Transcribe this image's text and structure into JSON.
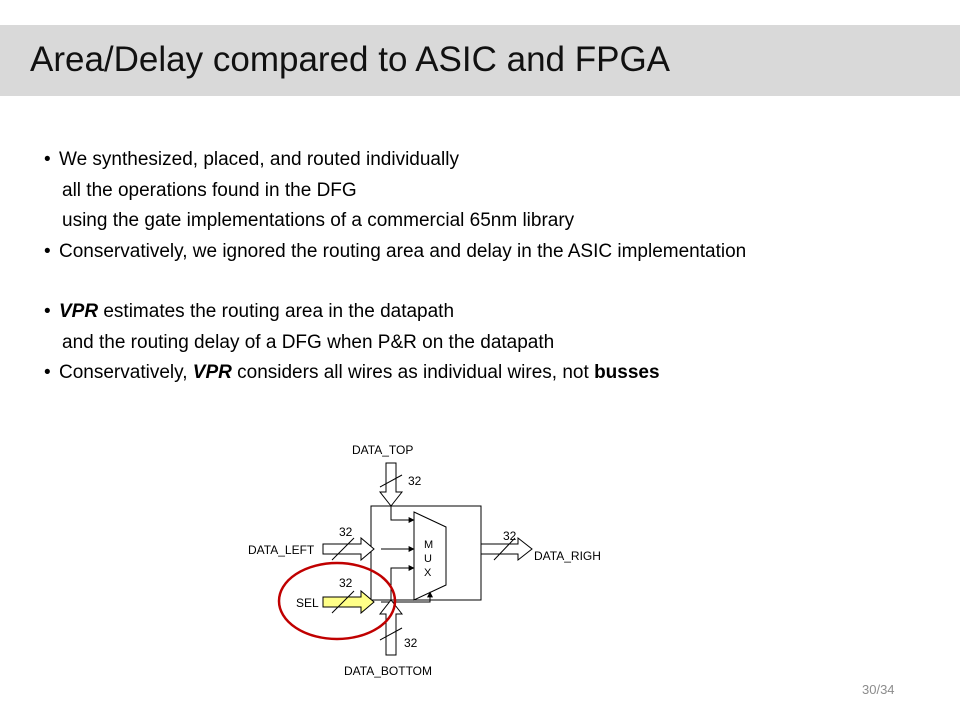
{
  "slide": {
    "title": "Area/Delay compared to ASIC and FPGA",
    "page_number": "30/34",
    "bullet_symbol": "•",
    "lines": {
      "l1": "We synthesized, placed, and routed individually",
      "l2": "all the operations found in the DFG",
      "l3": "using the gate implementations of a commercial 65nm library",
      "l4": "Conservatively, we ignored the routing area and delay in the ASIC implementation",
      "l5_em": "VPR",
      "l5_rest": " estimates the routing area in the datapath",
      "l6": "and the routing delay of a DFG when P&R on the datapath",
      "l7_a": "Conservatively, ",
      "l7_em": "VPR",
      "l7_b": " considers all wires as individual wires, not ",
      "l7_strong": "busses"
    }
  },
  "diagram": {
    "labels": {
      "data_top": "DATA_TOP",
      "data_left": "DATA_LEFT",
      "data_right": "DATA_RIGHT",
      "data_bottom": "DATA_BOTTOM",
      "sel": "SEL",
      "mux_m": "M",
      "mux_u": "U",
      "mux_x": "X"
    },
    "widths": {
      "top": "32",
      "left": "32",
      "right": "32",
      "sel": "32",
      "bottom": "32"
    },
    "colors": {
      "sel_highlight": "#ffff88",
      "circle": "#c00000"
    }
  }
}
